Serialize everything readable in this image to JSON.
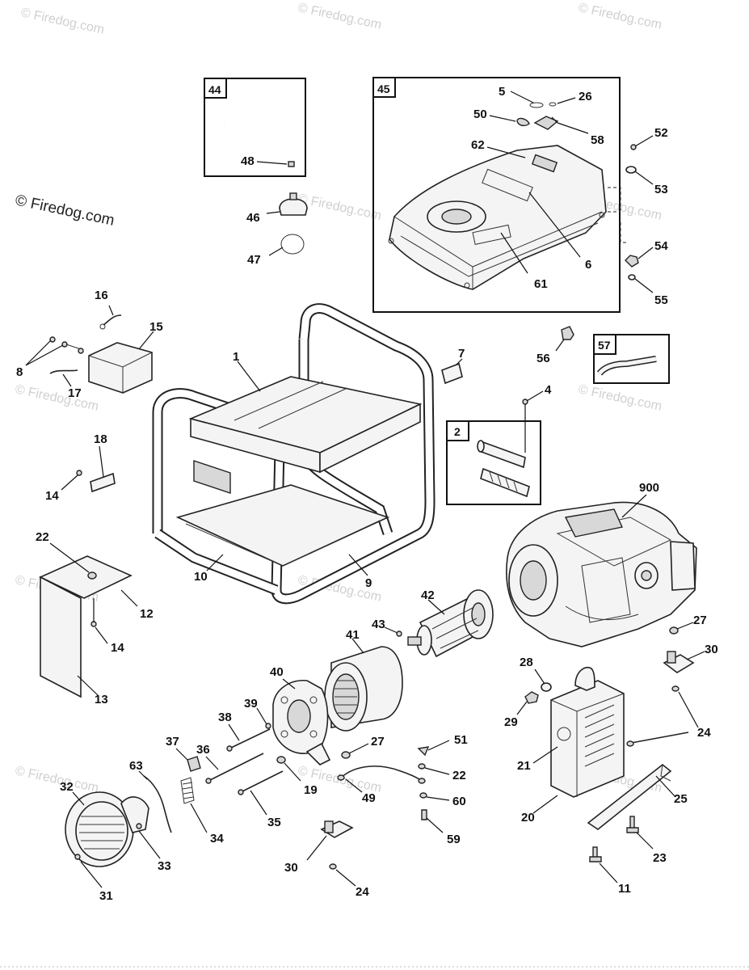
{
  "watermark": {
    "text": "© Firedog.com"
  },
  "callouts": [
    {
      "id": "c44",
      "text": "44"
    },
    {
      "id": "c48",
      "text": "48"
    },
    {
      "id": "c45",
      "text": "45"
    },
    {
      "id": "c5",
      "text": "5"
    },
    {
      "id": "c26",
      "text": "26"
    },
    {
      "id": "c50",
      "text": "50"
    },
    {
      "id": "c58",
      "text": "58"
    },
    {
      "id": "c62",
      "text": "62"
    },
    {
      "id": "c52",
      "text": "52"
    },
    {
      "id": "c53",
      "text": "53"
    },
    {
      "id": "c46",
      "text": "46"
    },
    {
      "id": "c47",
      "text": "47"
    },
    {
      "id": "c54",
      "text": "54"
    },
    {
      "id": "c6",
      "text": "6"
    },
    {
      "id": "c61",
      "text": "61"
    },
    {
      "id": "c55",
      "text": "55"
    },
    {
      "id": "c16",
      "text": "16"
    },
    {
      "id": "c15",
      "text": "15"
    },
    {
      "id": "c1",
      "text": "1"
    },
    {
      "id": "c7",
      "text": "7"
    },
    {
      "id": "c56",
      "text": "56"
    },
    {
      "id": "c57",
      "text": "57"
    },
    {
      "id": "c8",
      "text": "8"
    },
    {
      "id": "c17",
      "text": "17"
    },
    {
      "id": "c4",
      "text": "4"
    },
    {
      "id": "c2",
      "text": "2"
    },
    {
      "id": "c18",
      "text": "18"
    },
    {
      "id": "c14a",
      "text": "14"
    },
    {
      "id": "c900",
      "text": "900"
    },
    {
      "id": "c22a",
      "text": "22"
    },
    {
      "id": "c10",
      "text": "10"
    },
    {
      "id": "c9",
      "text": "9"
    },
    {
      "id": "c12",
      "text": "12"
    },
    {
      "id": "c42",
      "text": "42"
    },
    {
      "id": "c43",
      "text": "43"
    },
    {
      "id": "c41",
      "text": "41"
    },
    {
      "id": "c14b",
      "text": "14"
    },
    {
      "id": "c27a",
      "text": "27"
    },
    {
      "id": "c30a",
      "text": "30"
    },
    {
      "id": "c40",
      "text": "40"
    },
    {
      "id": "c28",
      "text": "28"
    },
    {
      "id": "c13",
      "text": "13"
    },
    {
      "id": "c39",
      "text": "39"
    },
    {
      "id": "c38",
      "text": "38"
    },
    {
      "id": "c29",
      "text": "29"
    },
    {
      "id": "c24a",
      "text": "24"
    },
    {
      "id": "c37",
      "text": "37"
    },
    {
      "id": "c36",
      "text": "36"
    },
    {
      "id": "c27b",
      "text": "27"
    },
    {
      "id": "c51",
      "text": "51"
    },
    {
      "id": "c21",
      "text": "21"
    },
    {
      "id": "c63",
      "text": "63"
    },
    {
      "id": "c19",
      "text": "19"
    },
    {
      "id": "c49",
      "text": "49"
    },
    {
      "id": "c22b",
      "text": "22"
    },
    {
      "id": "c32",
      "text": "32"
    },
    {
      "id": "c25",
      "text": "25"
    },
    {
      "id": "c60",
      "text": "60"
    },
    {
      "id": "c20",
      "text": "20"
    },
    {
      "id": "c34",
      "text": "34"
    },
    {
      "id": "c35",
      "text": "35"
    },
    {
      "id": "c59",
      "text": "59"
    },
    {
      "id": "c23",
      "text": "23"
    },
    {
      "id": "c33",
      "text": "33"
    },
    {
      "id": "c30b",
      "text": "30"
    },
    {
      "id": "c31",
      "text": "31"
    },
    {
      "id": "c24b",
      "text": "24"
    },
    {
      "id": "c11",
      "text": "11"
    }
  ]
}
